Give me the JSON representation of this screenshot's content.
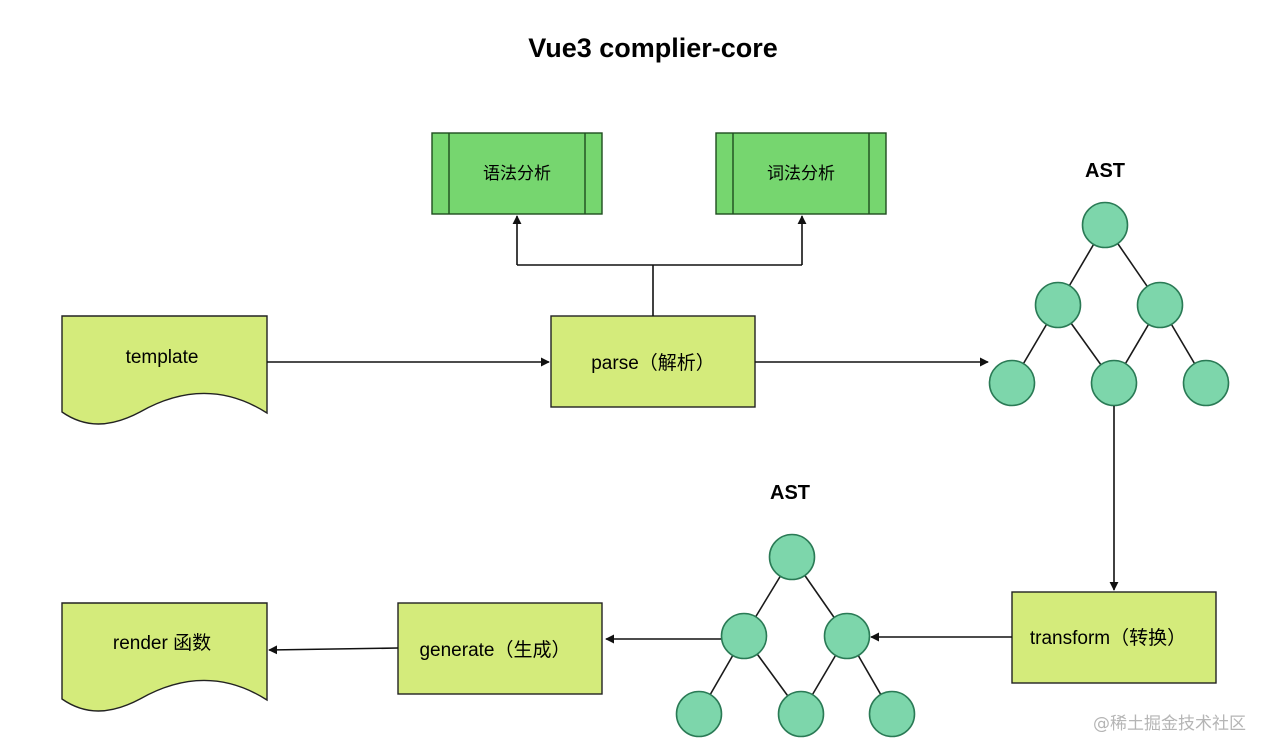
{
  "title": "Vue3 complier-core",
  "nodes": {
    "template": "template",
    "parse": "parse（解析）",
    "syntax": "语法分析",
    "lexical": "词法分析",
    "transform": "transform（转换）",
    "generate": "generate（生成）",
    "render": "render 函数"
  },
  "ast_top_label": "AST",
  "ast_bottom_label": "AST",
  "watermark": "@稀土掘金技术社区",
  "colors": {
    "box_fill": "#d4eb7b",
    "process_fill": "#76d66f",
    "tree_node_fill": "#7dd6ab"
  }
}
